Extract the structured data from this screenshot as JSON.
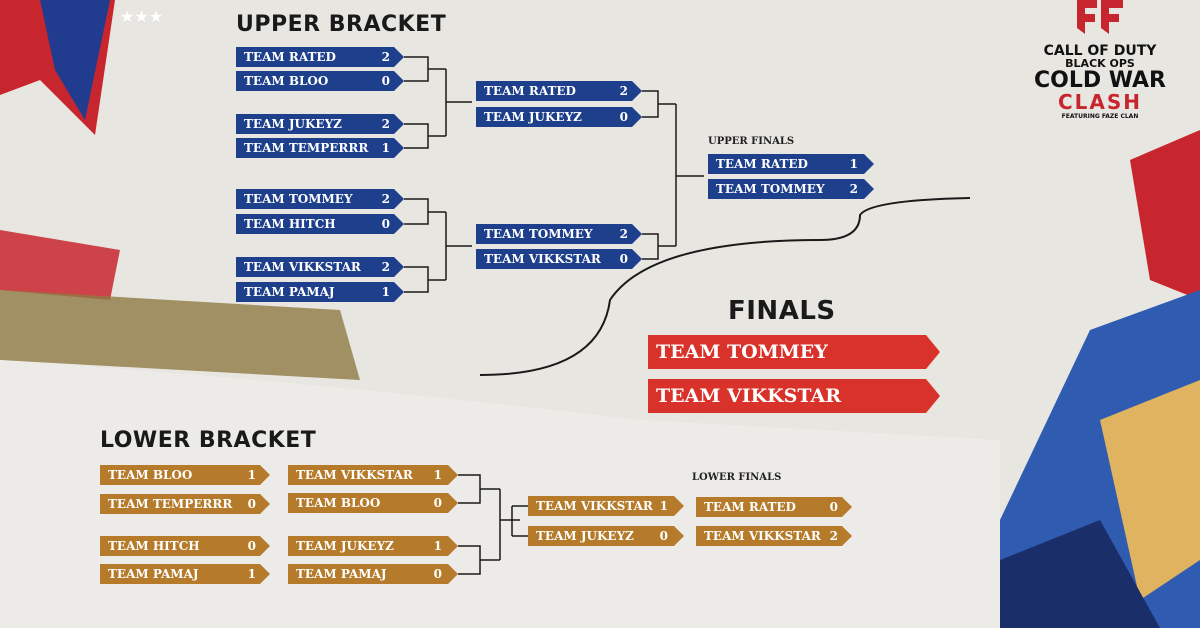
{
  "upper": {
    "heading": "UPPER BRACKET",
    "round1": [
      {
        "team": "TEAM RATED",
        "score": "2"
      },
      {
        "team": "TEAM BLOO",
        "score": "0"
      },
      {
        "team": "TEAM JUKEYZ",
        "score": "2"
      },
      {
        "team": "TEAM TEMPERRR",
        "score": "1"
      },
      {
        "team": "TEAM TOMMEY",
        "score": "2"
      },
      {
        "team": "TEAM HITCH",
        "score": "0"
      },
      {
        "team": "TEAM VIKKSTAR",
        "score": "2"
      },
      {
        "team": "TEAM PAMAJ",
        "score": "1"
      }
    ],
    "round2": [
      {
        "team": "TEAM RATED",
        "score": "2"
      },
      {
        "team": "TEAM JUKEYZ",
        "score": "0"
      },
      {
        "team": "TEAM TOMMEY",
        "score": "2"
      },
      {
        "team": "TEAM VIKKSTAR",
        "score": "0"
      }
    ],
    "finals_label": "UPPER FINALS",
    "finals": [
      {
        "team": "TEAM RATED",
        "score": "1"
      },
      {
        "team": "TEAM TOMMEY",
        "score": "2"
      }
    ]
  },
  "grand_finals": {
    "heading": "FINALS",
    "teams": [
      "TEAM TOMMEY",
      "TEAM VIKKSTAR"
    ]
  },
  "lower": {
    "heading": "LOWER BRACKET",
    "round1": [
      {
        "team": "TEAM BLOO",
        "score": "1"
      },
      {
        "team": "TEAM TEMPERRR",
        "score": "0"
      },
      {
        "team": "TEAM HITCH",
        "score": "0"
      },
      {
        "team": "TEAM PAMAJ",
        "score": "1"
      }
    ],
    "round2": [
      {
        "team": "TEAM VIKKSTAR",
        "score": "1"
      },
      {
        "team": "TEAM BLOO",
        "score": "0"
      },
      {
        "team": "TEAM JUKEYZ",
        "score": "1"
      },
      {
        "team": "TEAM PAMAJ",
        "score": "0"
      }
    ],
    "round3": [
      {
        "team": "TEAM VIKKSTAR",
        "score": "1"
      },
      {
        "team": "TEAM JUKEYZ",
        "score": "0"
      }
    ],
    "finals_label": "LOWER FINALS",
    "finals": [
      {
        "team": "TEAM RATED",
        "score": "0"
      },
      {
        "team": "TEAM VIKKSTAR",
        "score": "2"
      }
    ]
  },
  "logo": {
    "icon": "faze-logo-icon",
    "line1": "CALL OF DUTY",
    "line2": "BLACK OPS",
    "line3": "COLD WAR",
    "line4": "CLASH",
    "line5": "FEATURING FAZE CLAN"
  },
  "colors": {
    "upper": "#1d3f8c",
    "lower": "#b57b2a",
    "finals": "#d8322a",
    "background": "#e8e6e1"
  }
}
